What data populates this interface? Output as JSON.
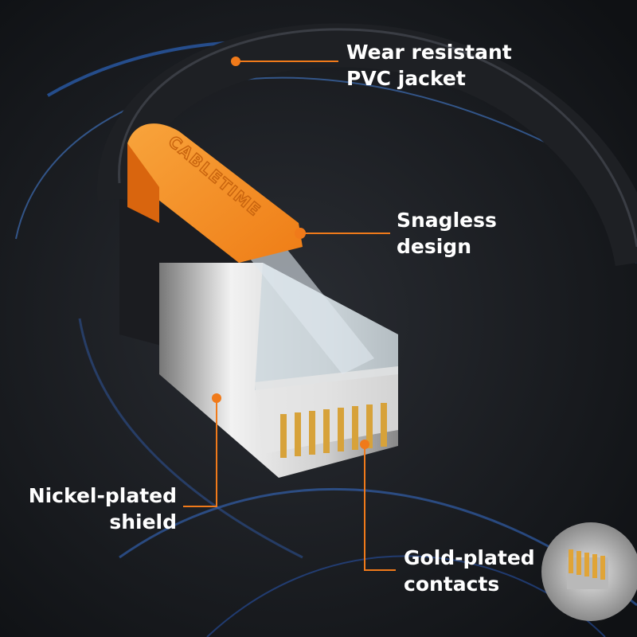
{
  "brand": {
    "logo_text": "CABLETIME",
    "accent": "#f07a1a"
  },
  "callouts": [
    {
      "line1": "Wear resistant",
      "line2": "PVC jacket"
    },
    {
      "line1": "Snagless",
      "line2": "design"
    },
    {
      "line1": "Nickel-plated",
      "line2": "shield"
    },
    {
      "line1": "Gold-plated",
      "line2": "contacts"
    }
  ]
}
